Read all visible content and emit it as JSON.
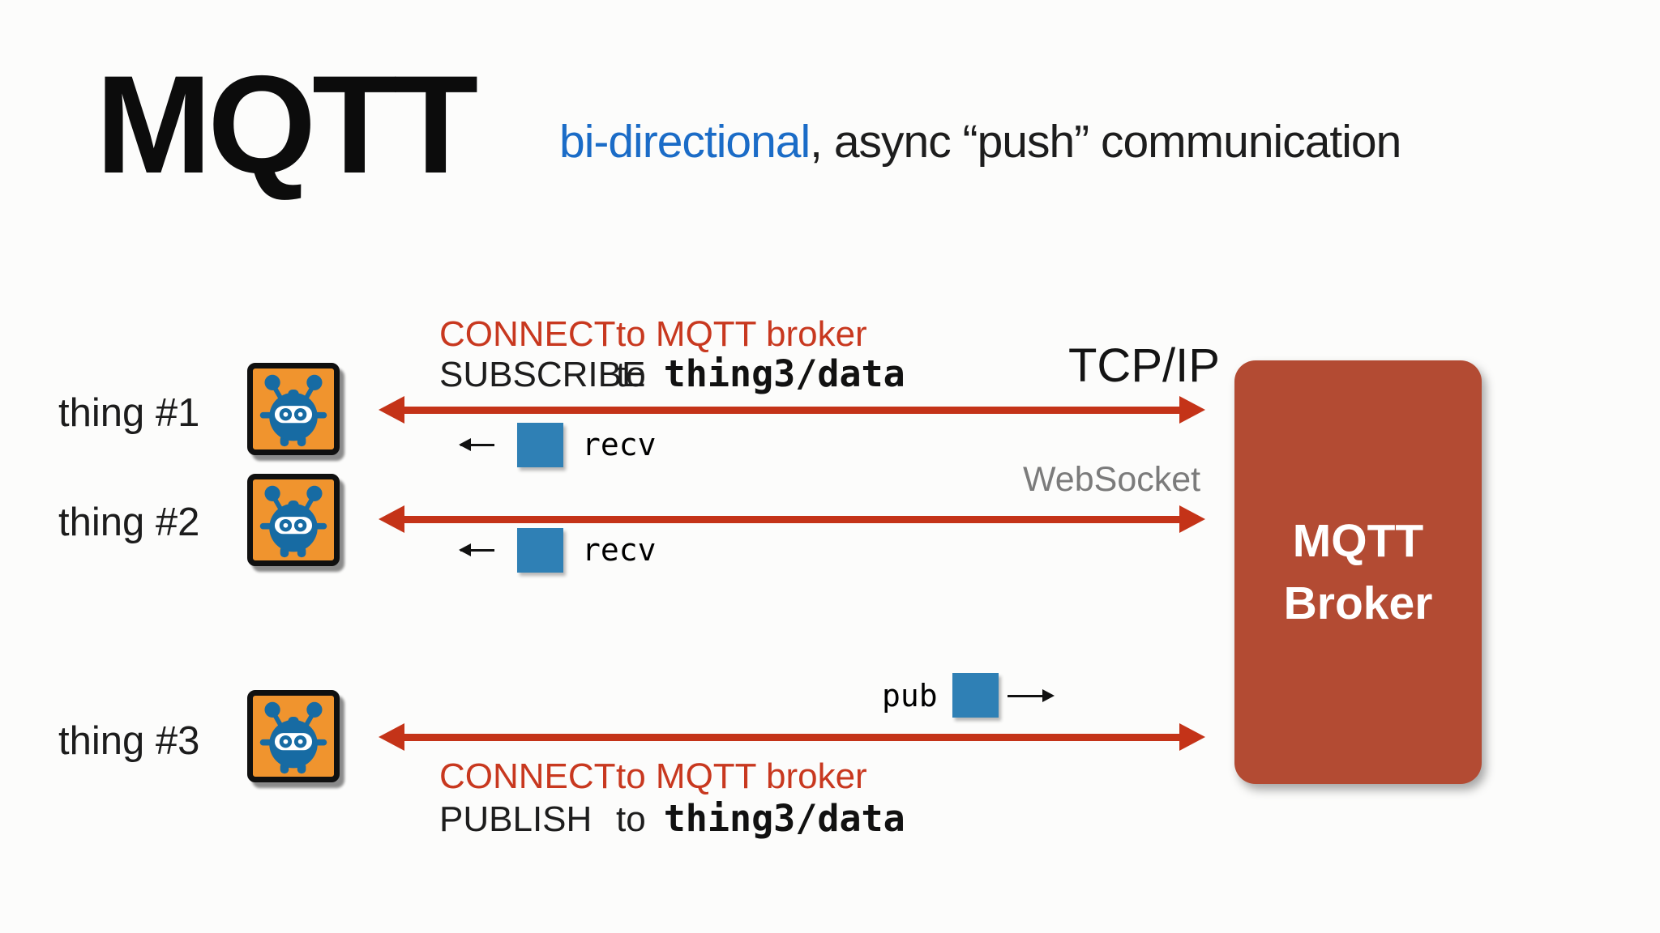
{
  "header": {
    "title": "MQTT",
    "subtitle_highlight": "bi-directional",
    "subtitle_rest": ", async “push” communication"
  },
  "things": [
    {
      "label": "thing #1"
    },
    {
      "label": "thing #2"
    },
    {
      "label": "thing #3"
    }
  ],
  "transports": {
    "tcp": "TCP/IP",
    "websocket": "WebSocket"
  },
  "broker": {
    "label_line1": "MQTT",
    "label_line2": "Broker"
  },
  "annotations": {
    "subscribe_flow": {
      "line1_verb": "CONNECT",
      "line1_rest": "to MQTT broker",
      "line2_verb": "SUBSCRIBE",
      "line2_prep": "to",
      "line2_topic": "thing3/data"
    },
    "publish_flow": {
      "line1_verb": "CONNECT",
      "line1_rest": "to MQTT broker",
      "line2_verb": "PUBLISH",
      "line2_prep": "to",
      "line2_topic": "thing3/data"
    },
    "recv_label": "recv",
    "pub_label": "pub"
  },
  "icons": {
    "thing_icon": "robot-icon",
    "message_icon": "blue-message-square"
  },
  "colors": {
    "arrow_red": "#c43318",
    "text_red": "#c8381f",
    "broker_red": "#b34b33",
    "message_blue": "#2f80b5",
    "robot_blue": "#176ba3",
    "icon_orange": "#f0942e",
    "subtitle_blue": "#1b6cc7",
    "websocket_gray": "#7b7b7b"
  }
}
